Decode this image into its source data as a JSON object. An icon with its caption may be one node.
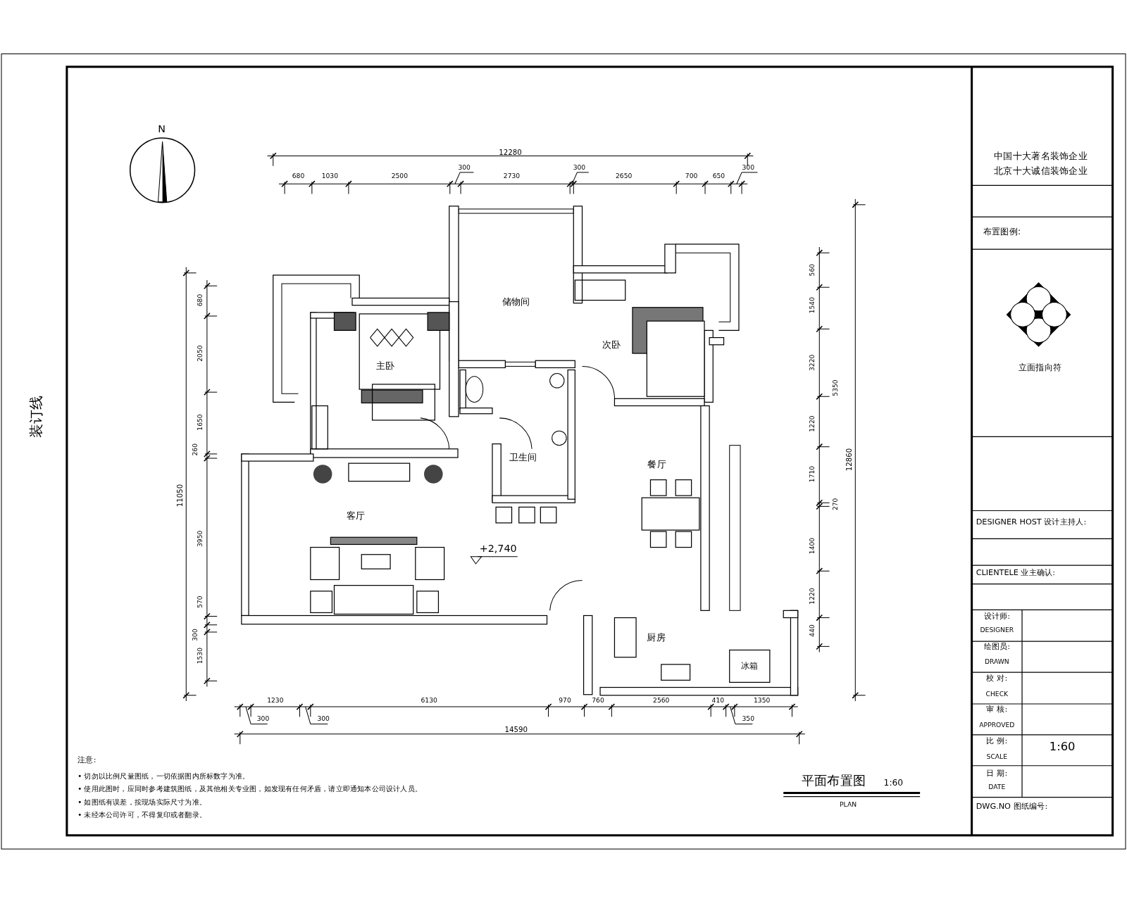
{
  "diagram": {
    "title": "平面布置图",
    "labels": [
      "装订线",
      "N",
      "12280",
      "680",
      "1030",
      "2500",
      "300",
      "2730",
      "300",
      "2650",
      "700",
      "650",
      "300",
      "中国十大著名装饰企业",
      "北京十大诚信装饰企业",
      "布置图例:",
      "立面指向符",
      "11050",
      "680",
      "2050",
      "1650",
      "260",
      "3950",
      "570",
      "300",
      "1530",
      "560",
      "1540",
      "3220",
      "5350",
      "1220",
      "1710",
      "270",
      "1400",
      "1220",
      "440",
      "12860",
      "储物间",
      "主卧",
      "次卧",
      "卫生间",
      "餐厅",
      "客厅",
      "+2,740",
      "厨房",
      "冰箱",
      "DESIGNER HOST 设计主持人:",
      "CLIENTELE 业主确认:",
      "设计师:",
      "DESIGNER",
      "绘图员:",
      "DRAWN",
      "校 对:",
      "CHECK",
      "审 核:",
      "APPROVED",
      "比 例:",
      "SCALE",
      "1:60",
      "日 期:",
      "DATE",
      "1230",
      "6130",
      "970",
      "760",
      "2560",
      "410",
      "1350",
      "300",
      "300",
      "350",
      "14590",
      "注意:",
      "• 切勿以比例尺量图纸，一切依据图内所标数字为准。",
      "• 使用此图时，应同时参考建筑图纸，及其他相关专业图，如发现有任何矛盾，请立即通知本公司设计人员。",
      "• 如图纸有误差，按现场实际尺寸为准。",
      "• 未经本公司许可，不得复印或者翻录。",
      "1:60",
      "PLAN",
      "DWG.NO 图纸编号:"
    ]
  }
}
